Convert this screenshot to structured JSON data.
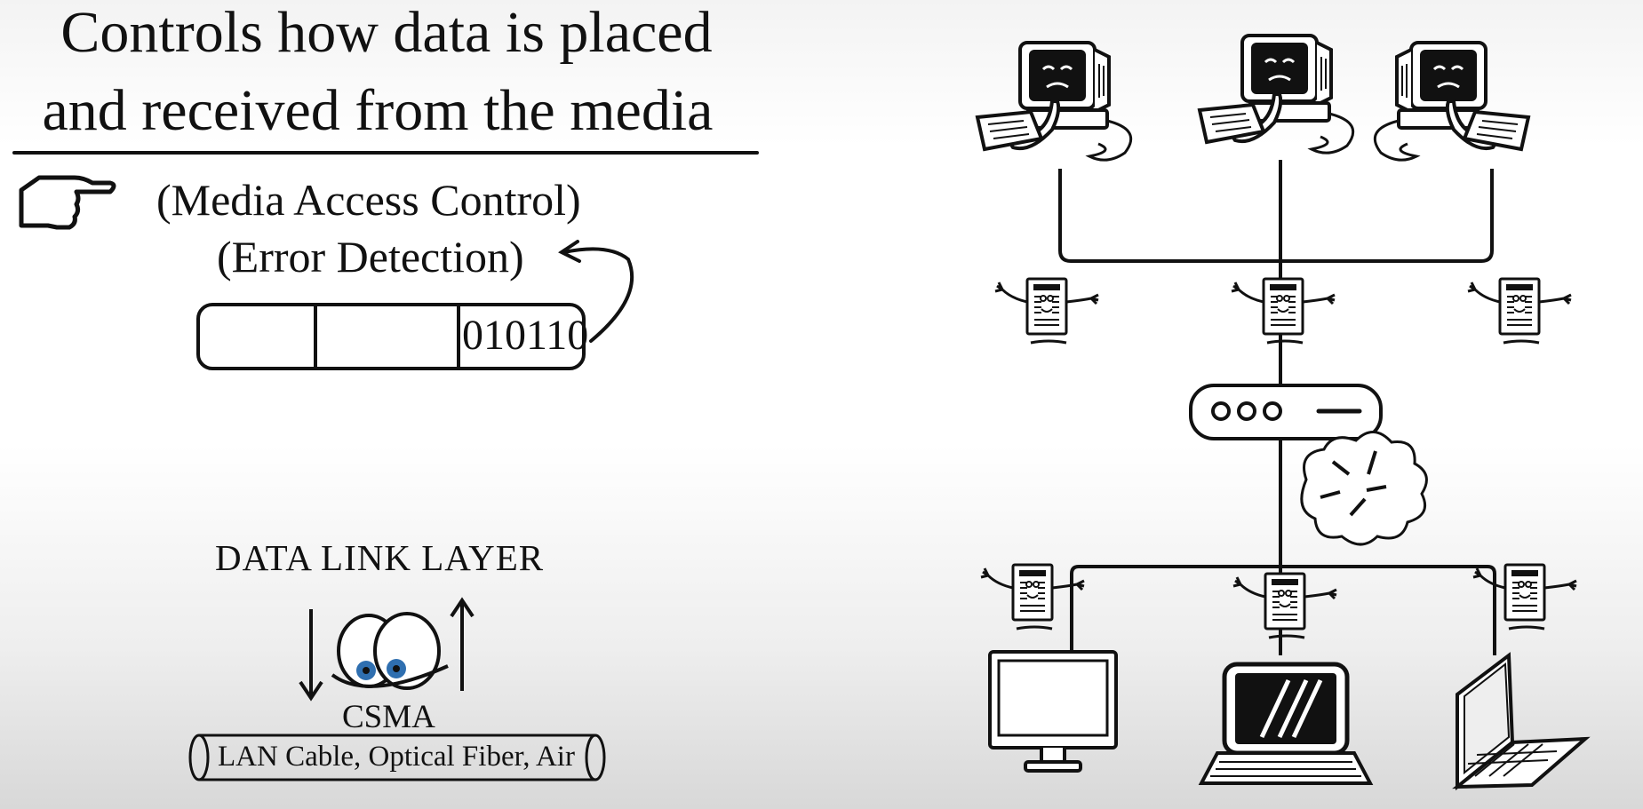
{
  "slide": {
    "title_line1": "Controls how data is placed",
    "title_line2": "and received from the media",
    "mac_label": "(Media Access Control)",
    "error_label": "(Error Detection)",
    "frame_bits": "010110",
    "layer_name": "DATA LINK LAYER",
    "csma_label": "CSMA",
    "media_label": "LAN Cable, Optical Fiber, Air"
  },
  "icons": {
    "pointer": "pointing-hand-icon",
    "eyes": "cartoon-eyes-icon",
    "sender": "crying-computer-icon",
    "packet": "happy-packet-icon",
    "packet_sad": "sad-packet-icon",
    "switch": "network-switch-icon",
    "collision": "collision-cloud-icon",
    "monitor": "monitor-icon",
    "laptop": "laptop-icon"
  }
}
